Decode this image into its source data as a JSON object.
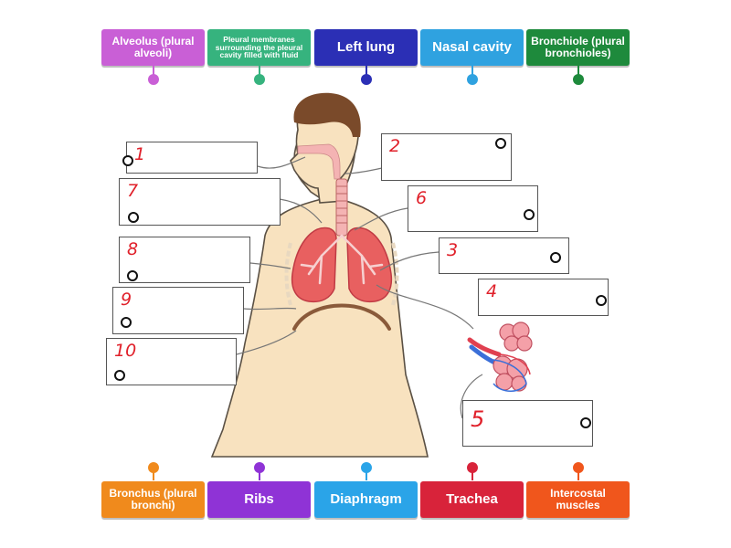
{
  "top_labels": [
    {
      "text": "Alveolus (plural alveoli)",
      "color": "#c95fd6"
    },
    {
      "text": "Pleural membranes surrounding the pleural cavity filled with fluid",
      "color": "#36b37e"
    },
    {
      "text": "Left lung",
      "color": "#2b2fb5"
    },
    {
      "text": "Nasal cavity",
      "color": "#2fa2e0"
    },
    {
      "text": "Bronchiole (plural bronchioles)",
      "color": "#1e8a3c"
    }
  ],
  "bottom_labels": [
    {
      "text": "Bronchus (plural bronchi)",
      "color": "#f08a1c"
    },
    {
      "text": "Ribs",
      "color": "#8f33d6"
    },
    {
      "text": "Diaphragm",
      "color": "#2aa4e8"
    },
    {
      "text": "Trachea",
      "color": "#d8233a"
    },
    {
      "text": "Intercostal muscles",
      "color": "#f0561c"
    }
  ],
  "answer_boxes": [
    "1",
    "2",
    "3",
    "4",
    "5",
    "6",
    "7",
    "8",
    "9",
    "10"
  ],
  "colors": {
    "skin": "#f8e2bf",
    "skin_outline": "#5a5044",
    "hair": "#7a4a2a",
    "lung": "#e86060",
    "lung_dark": "#c03a44",
    "airway": "#f4b3b3",
    "diaphragm": "#8a5a3a",
    "alveoli": "#f4a0a8",
    "vessel_blue": "#3b6fd8",
    "vessel_red": "#e04050"
  }
}
